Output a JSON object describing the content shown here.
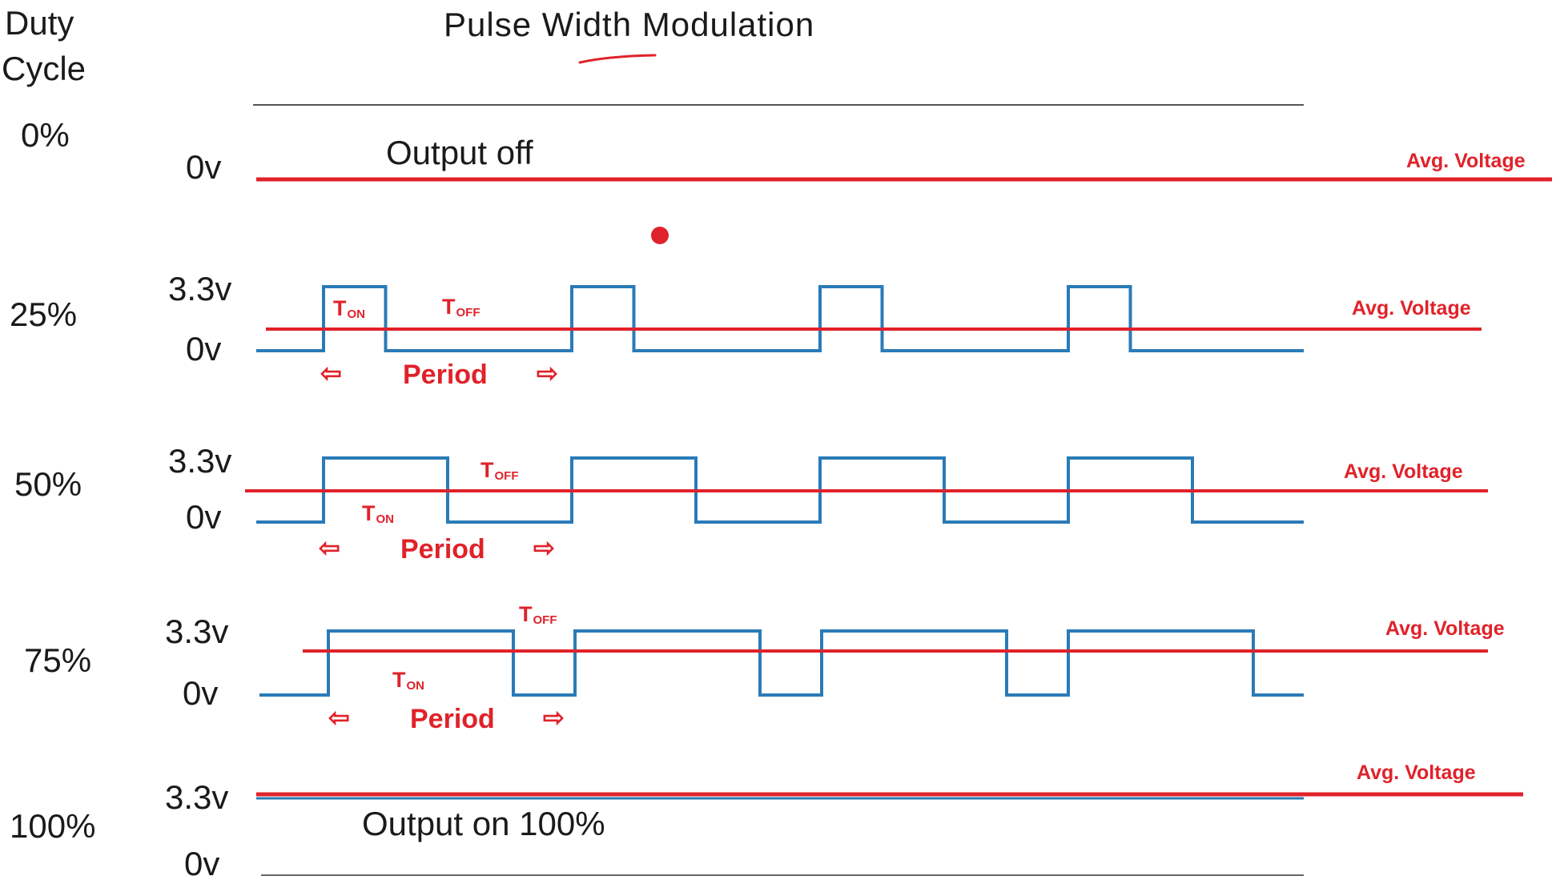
{
  "title": "Pulse Width Modulation",
  "duty_cycle_header": [
    "Duty",
    "Cycle"
  ],
  "colors": {
    "signal": "#2a7bb8",
    "average": "#e0222a",
    "text": "#1a1a1a"
  },
  "rows": [
    {
      "duty": "0%",
      "duty_fraction": 0,
      "high_label": "",
      "low_label": "0v",
      "note": "Output off",
      "avg_label": "Avg. Voltage"
    },
    {
      "duty": "25%",
      "duty_fraction": 0.25,
      "high_label": "3.3v",
      "low_label": "0v",
      "note": "",
      "avg_label": "Avg. Voltage",
      "ton": "T",
      "ton_sub": "ON",
      "toff": "T",
      "toff_sub": "OFF",
      "period": "Period"
    },
    {
      "duty": "50%",
      "duty_fraction": 0.5,
      "high_label": "3.3v",
      "low_label": "0v",
      "note": "",
      "avg_label": "Avg. Voltage",
      "ton": "T",
      "ton_sub": "ON",
      "toff": "T",
      "toff_sub": "OFF",
      "period": "Period"
    },
    {
      "duty": "75%",
      "duty_fraction": 0.75,
      "high_label": "3.3v",
      "low_label": "0v",
      "note": "",
      "avg_label": "Avg. Voltage",
      "ton": "T",
      "ton_sub": "ON",
      "toff": "T",
      "toff_sub": "OFF",
      "period": "Period"
    },
    {
      "duty": "100%",
      "duty_fraction": 1,
      "high_label": "3.3v",
      "low_label": "0v",
      "note": "Output on 100%",
      "avg_label": "Avg. Voltage"
    }
  ],
  "arrows": {
    "left": "⇦",
    "right": "⇨"
  }
}
